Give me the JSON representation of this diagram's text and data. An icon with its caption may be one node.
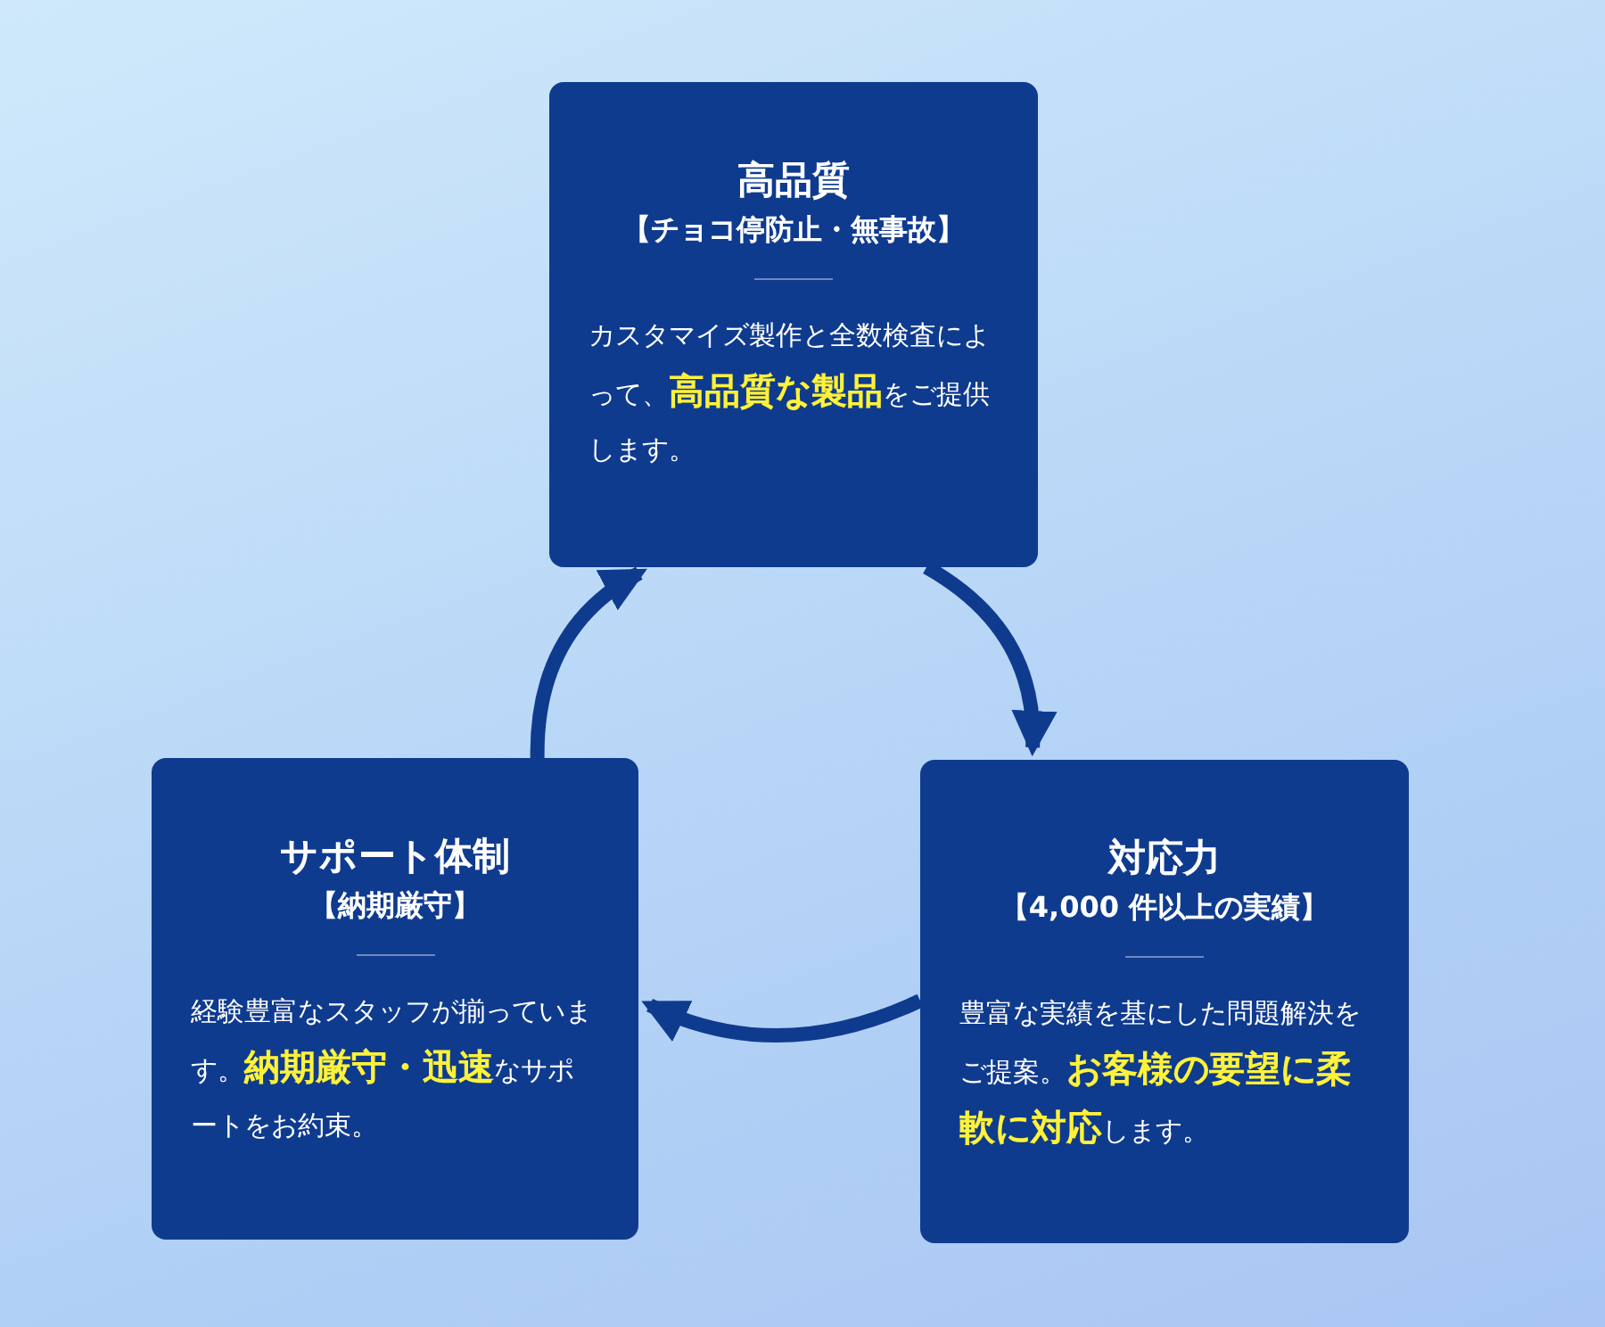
{
  "diagram": {
    "nodes": [
      {
        "text": [
          "高品質",
          "【チョコ停防止・無事故】",
          "カスタマイズ製作と全数検査によって、**高品質な製品**をご提供します。"
        ]
      },
      {
        "text": [
          "対応力",
          "【4,000 件以上の実績】",
          "豊富な実績を基にした問題解決をご提案。**お客様の要望に柔軟に対応**します。"
        ]
      },
      {
        "text": [
          "サポート体制",
          "【納期厳守】",
          "経験豊富なスタッフが揃っています。**納期厳守・迅速**なサポートをお約束。"
        ]
      }
    ],
    "edges": [
      {
        "from": 0,
        "to": 1,
        "arrow": "to"
      },
      {
        "from": 1,
        "to": 2,
        "arrow": "to"
      },
      {
        "from": 2,
        "to": 0,
        "arrow": "to"
      }
    ]
  }
}
